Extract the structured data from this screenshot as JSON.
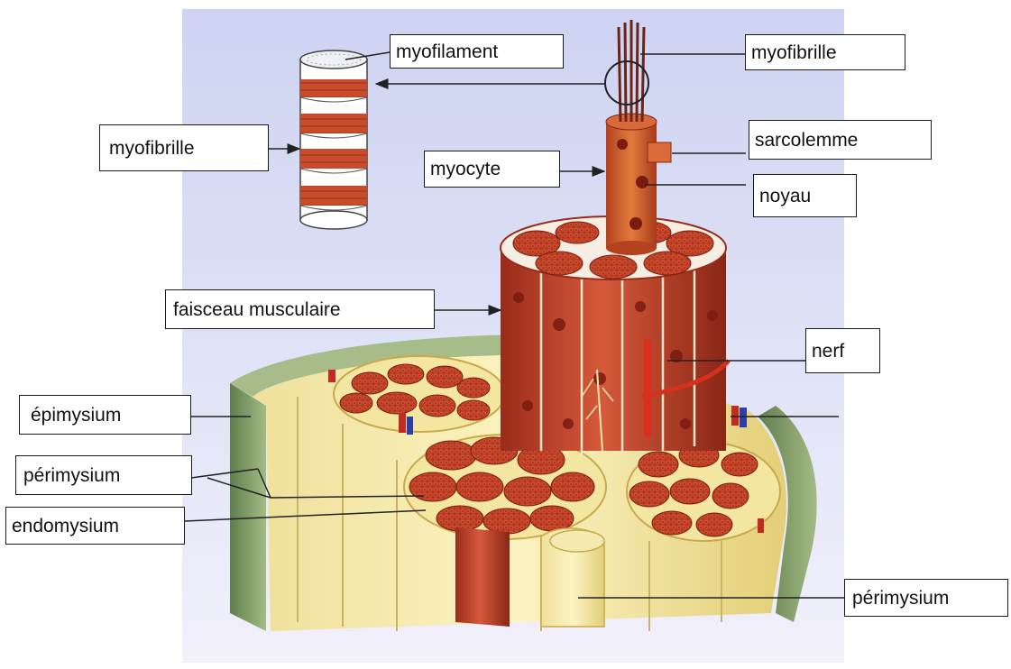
{
  "labels": {
    "myofilament": "myofilament",
    "myofibrille_top": "myofibrille",
    "myofibrille_left": "myofibrille",
    "sarcolemme": "sarcolemme",
    "myocyte": "myocyte",
    "noyau": "noyau",
    "faisceau": "faisceau musculaire",
    "nerf": "nerf",
    "epimysium": "épimysium",
    "perimysium_left": "périmysium",
    "endomysium": "endomysium",
    "perimysium_right": "périmysium"
  },
  "colors": {
    "background_panel": "#d9dcf2",
    "muscle_red": "#c8452a",
    "muscle_dark": "#8f2417",
    "connective_yellow": "#f0e190",
    "epimysium_green": "#7f9a66",
    "vein_blue": "#2d3fa6"
  }
}
